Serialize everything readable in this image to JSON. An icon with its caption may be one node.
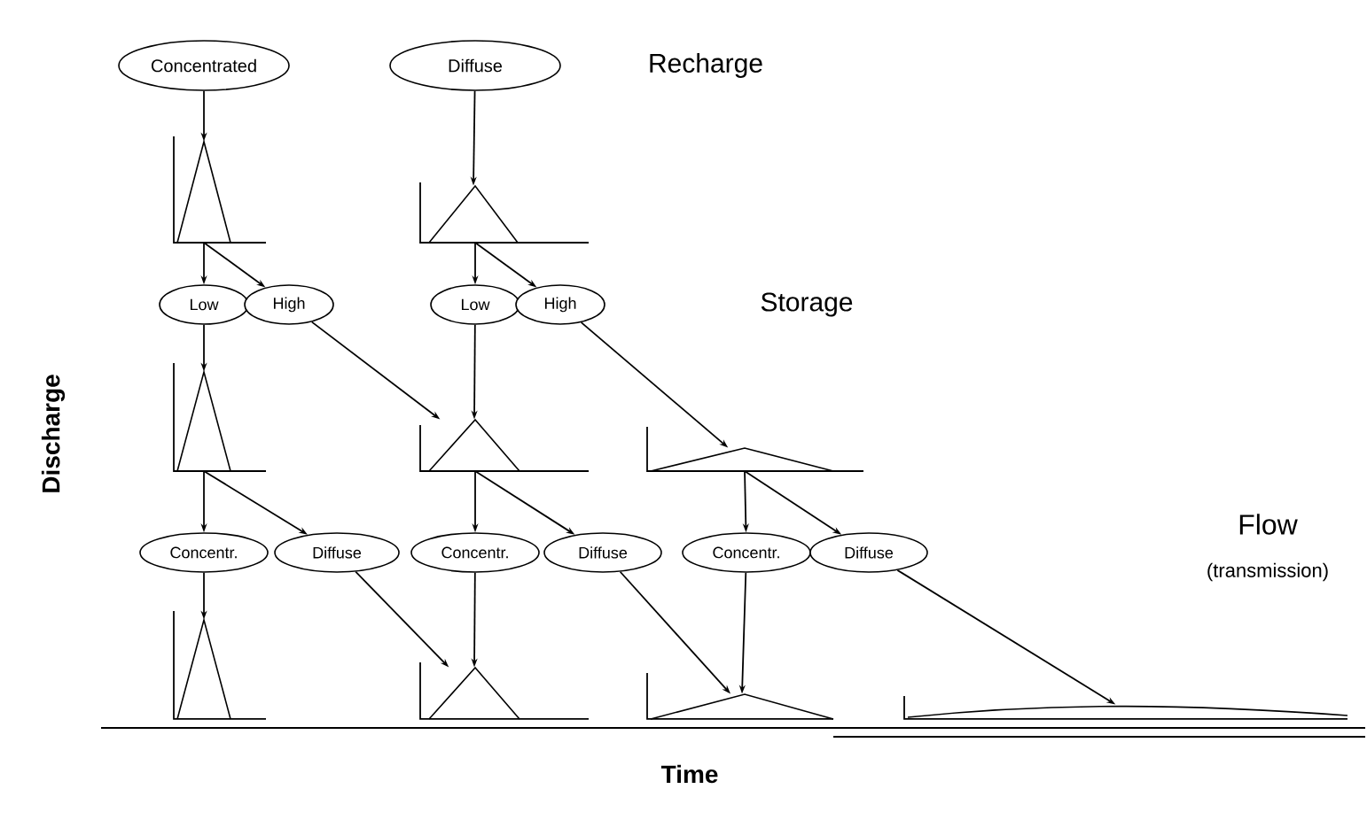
{
  "diagram": {
    "nodes": [
      {
        "text": [
          "Concentrated"
        ]
      },
      {
        "text": [
          "Diffuse"
        ]
      },
      {
        "text": [],
        "shape": "graph"
      },
      {
        "text": [],
        "shape": "graph"
      },
      {
        "text": [
          "Low"
        ]
      },
      {
        "text": [
          "High"
        ]
      },
      {
        "text": [
          "Low"
        ]
      },
      {
        "text": [
          "High"
        ]
      },
      {
        "text": [],
        "shape": "graph"
      },
      {
        "text": [],
        "shape": "graph"
      },
      {
        "text": [],
        "shape": "graph"
      },
      {
        "text": [
          "Concentr."
        ]
      },
      {
        "text": [
          "Diffuse"
        ]
      },
      {
        "text": [
          "Concentr."
        ]
      },
      {
        "text": [
          "Diffuse"
        ]
      },
      {
        "text": [
          "Concentr."
        ]
      },
      {
        "text": [
          "Diffuse"
        ]
      },
      {
        "text": [],
        "shape": "graph"
      },
      {
        "text": [],
        "shape": "graph"
      },
      {
        "text": [],
        "shape": "graph"
      },
      {
        "text": [],
        "shape": "graph"
      }
    ],
    "edges": [
      {
        "from": 0,
        "to": 2,
        "arrow": "to"
      },
      {
        "from": 1,
        "to": 3,
        "arrow": "to"
      },
      {
        "from": 2,
        "to": 4,
        "arrow": "to"
      },
      {
        "from": 2,
        "to": 5,
        "arrow": "to"
      },
      {
        "from": 3,
        "to": 6,
        "arrow": "to"
      },
      {
        "from": 3,
        "to": 7,
        "arrow": "to"
      },
      {
        "from": 4,
        "to": 8,
        "arrow": "to"
      },
      {
        "from": 5,
        "to": 9,
        "arrow": "to"
      },
      {
        "from": 6,
        "to": 9,
        "arrow": "to"
      },
      {
        "from": 7,
        "to": 10,
        "arrow": "to"
      },
      {
        "from": 8,
        "to": 11,
        "arrow": "to"
      },
      {
        "from": 8,
        "to": 12,
        "arrow": "to"
      },
      {
        "from": 9,
        "to": 13,
        "arrow": "to"
      },
      {
        "from": 9,
        "to": 14,
        "arrow": "to"
      },
      {
        "from": 10,
        "to": 15,
        "arrow": "to"
      },
      {
        "from": 10,
        "to": 16,
        "arrow": "to"
      },
      {
        "from": 11,
        "to": 17,
        "arrow": "to"
      },
      {
        "from": 12,
        "to": 18,
        "arrow": "to"
      },
      {
        "from": 13,
        "to": 18,
        "arrow": "to"
      },
      {
        "from": 14,
        "to": 19,
        "arrow": "to"
      },
      {
        "from": 15,
        "to": 19,
        "arrow": "to"
      },
      {
        "from": 16,
        "to": 20,
        "arrow": "to"
      }
    ],
    "labels": [
      "Recharge",
      "Storage",
      "Flow",
      "(transmission)",
      "Discharge",
      "Time"
    ]
  }
}
